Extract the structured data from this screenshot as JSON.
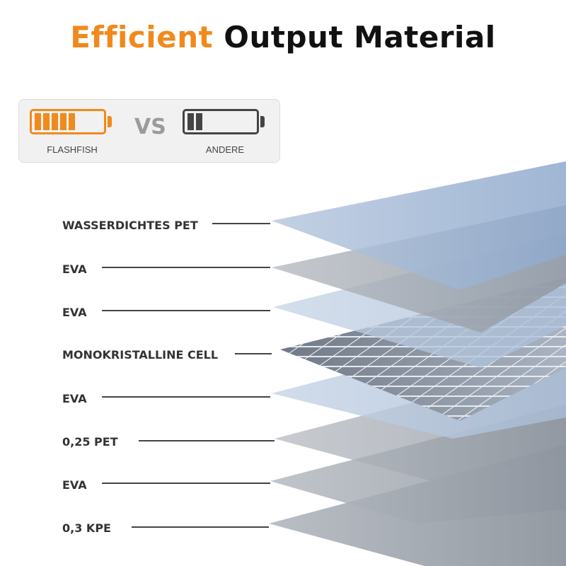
{
  "title": {
    "accent": "Efficient",
    "rest": "Output Material"
  },
  "comparison": {
    "left_label": "FLASHFISH",
    "vs": "VS",
    "right_label": "ANDERE",
    "left_icon": "battery-full-icon",
    "right_icon": "battery-low-icon",
    "accent_color": "#f08a1c",
    "neutral_color": "#444444"
  },
  "layers": [
    {
      "label": "WASSERDICHTES PET"
    },
    {
      "label": "EVA"
    },
    {
      "label": "EVA"
    },
    {
      "label": "MONOKRISTALLINE CELL"
    },
    {
      "label": "EVA"
    },
    {
      "label": "0,25 PET"
    },
    {
      "label": "EVA"
    },
    {
      "label": "0,3 KPE"
    }
  ]
}
